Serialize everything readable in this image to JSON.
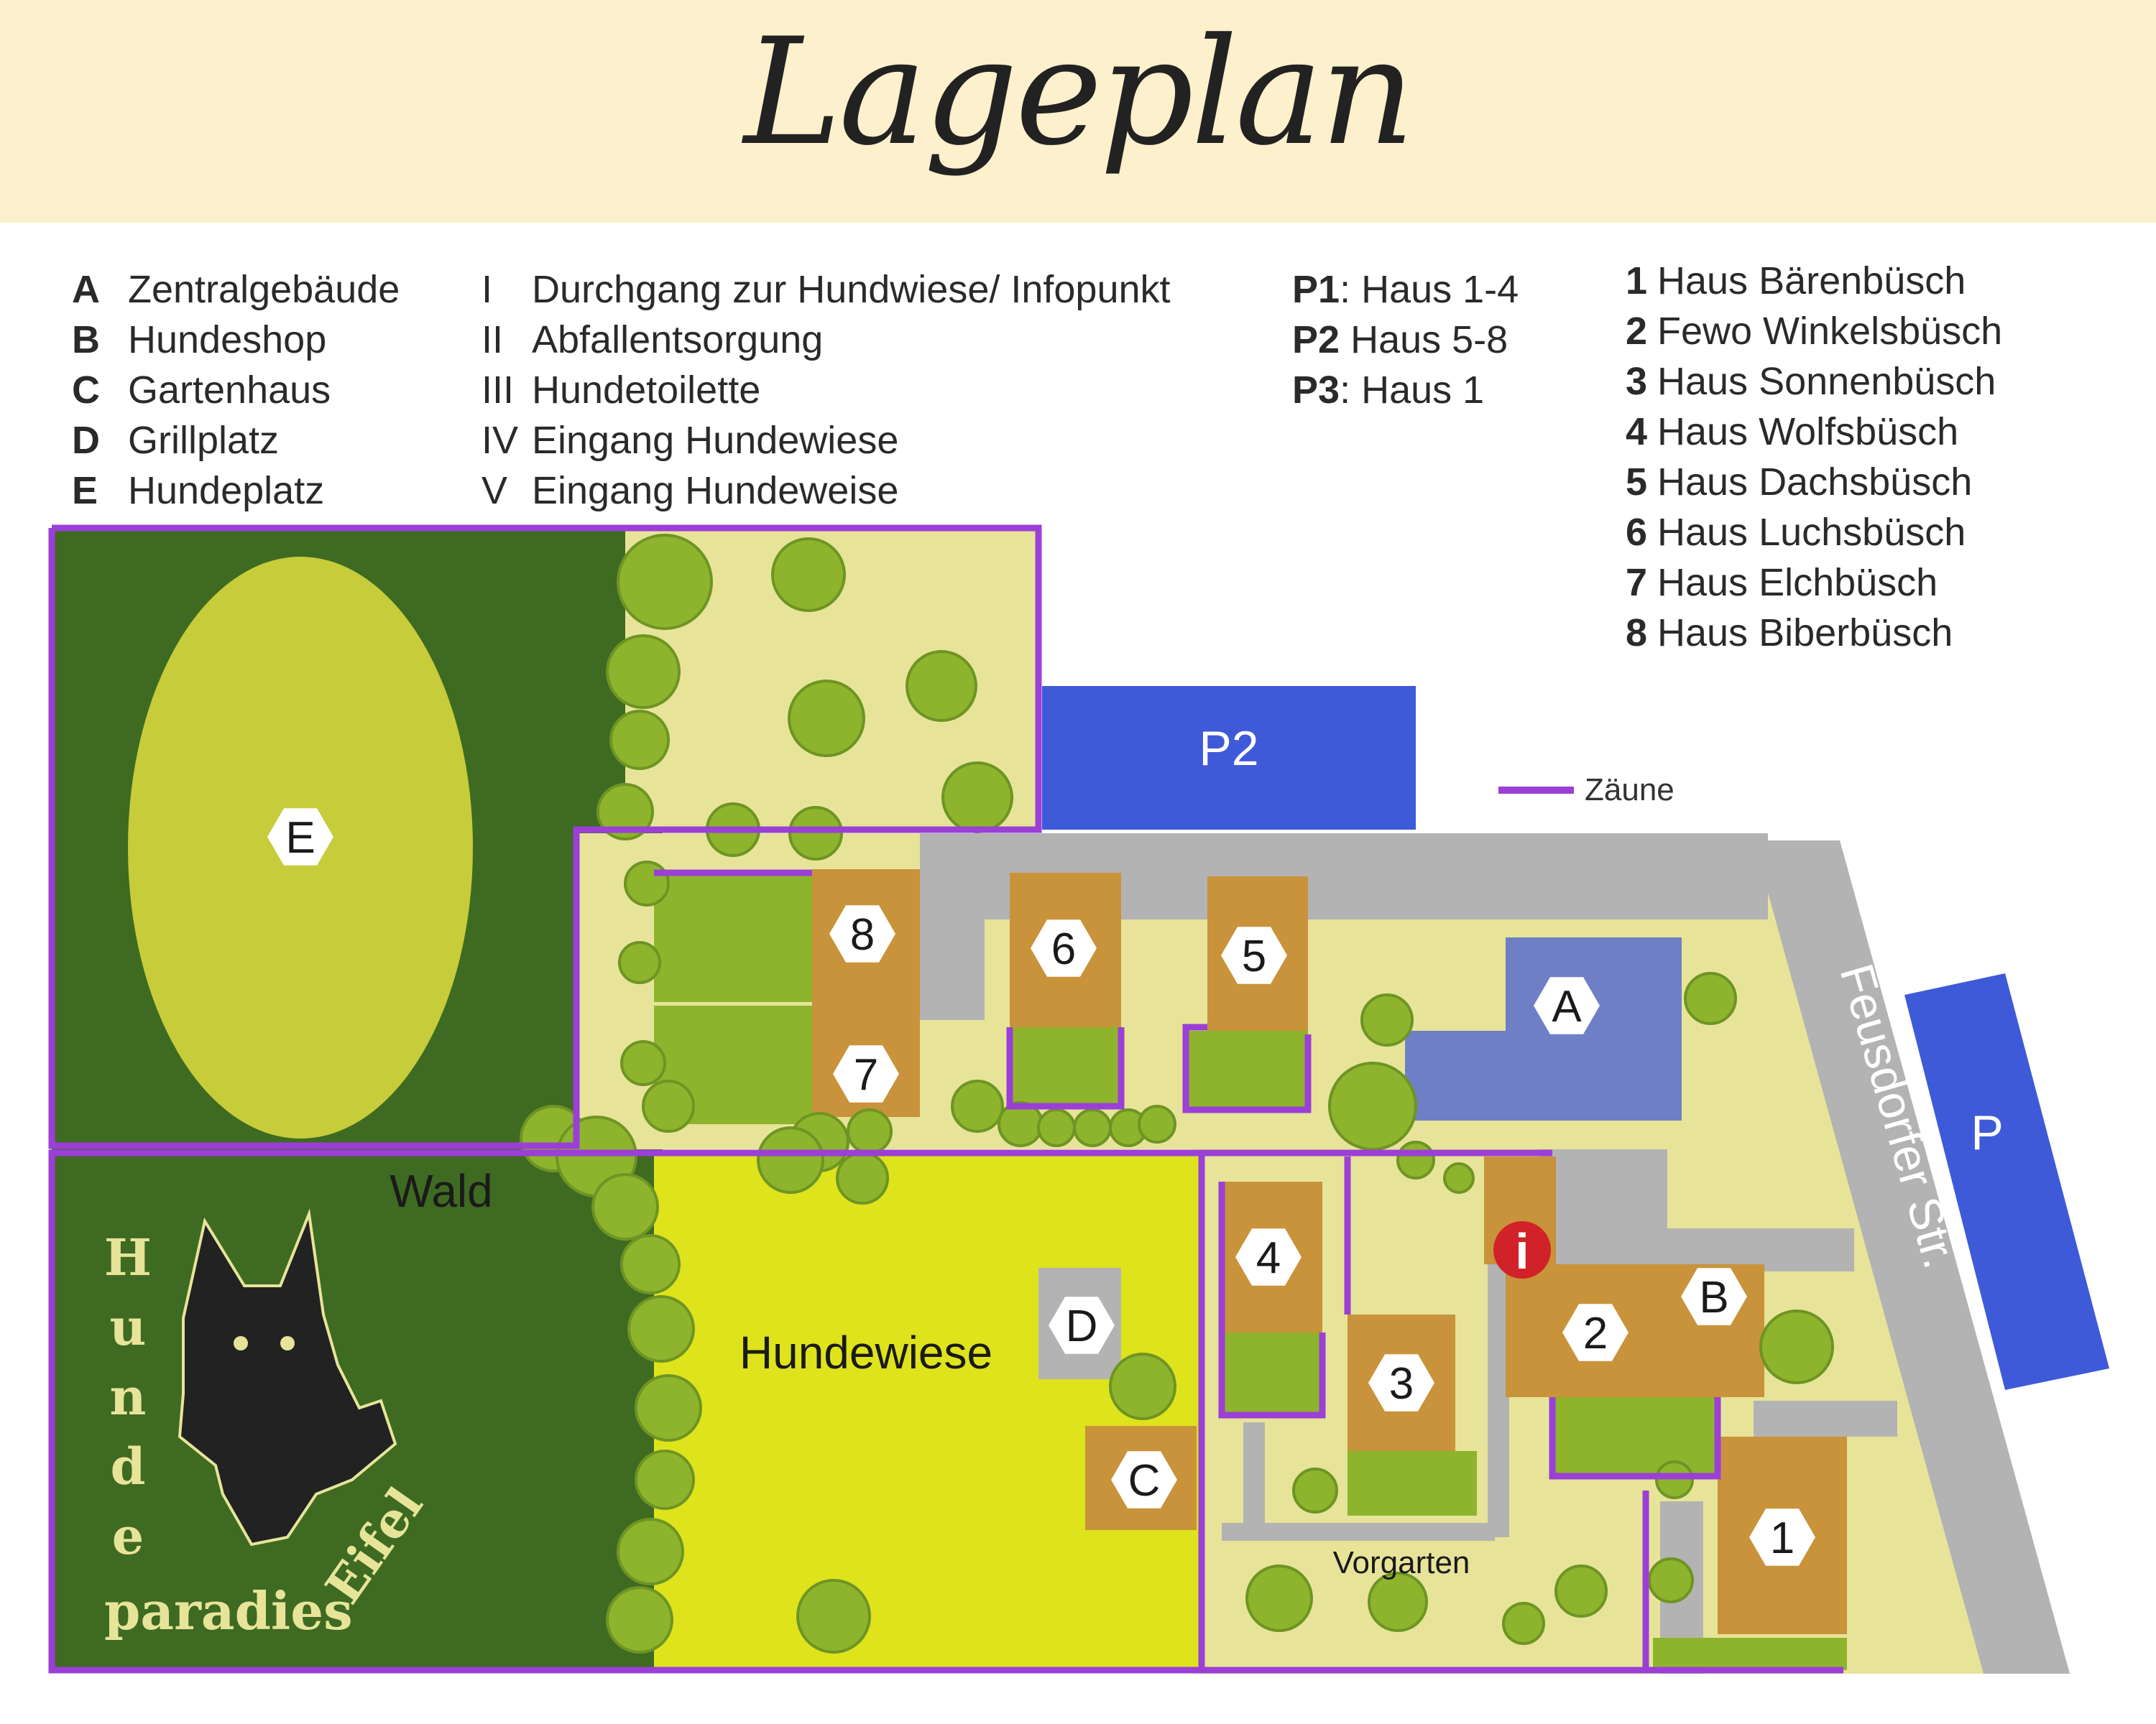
{
  "title": "Lageplan",
  "legend": {
    "letters": [
      {
        "key": "A",
        "label": "Zentralgebäude"
      },
      {
        "key": "B",
        "label": "Hundeshop"
      },
      {
        "key": "C",
        "label": "Gartenhaus"
      },
      {
        "key": "D",
        "label": "Grillplatz"
      },
      {
        "key": "E",
        "label": "Hundeplatz"
      }
    ],
    "roman": [
      {
        "key": "I",
        "label": "Durchgang zur Hundwiese/ Infopunkt"
      },
      {
        "key": "II",
        "label": "Abfallentsorgung"
      },
      {
        "key": "III",
        "label": "Hundetoilette"
      },
      {
        "key": "IV",
        "label": "Eingang Hundewiese"
      },
      {
        "key": "V",
        "label": "Eingang Hundeweise"
      }
    ],
    "parking": [
      {
        "key": "P1",
        "label": ": Haus 1-4"
      },
      {
        "key": "P2",
        "label": " Haus 5-8"
      },
      {
        "key": "P3",
        "label": ": Haus 1"
      }
    ],
    "houses": [
      {
        "key": "1",
        "label": "Haus Bärenbüsch"
      },
      {
        "key": "2",
        "label": "Fewo Winkelsbüsch"
      },
      {
        "key": "3",
        "label": "Haus Sonnenbüsch"
      },
      {
        "key": "4",
        "label": "Haus Wolfsbüsch"
      },
      {
        "key": "5",
        "label": "Haus Dachsbüsch"
      },
      {
        "key": "6",
        "label": "Haus Luchsbüsch"
      },
      {
        "key": "7",
        "label": "Haus Elchbüsch"
      },
      {
        "key": "8",
        "label": "Haus Biberbüsch"
      }
    ],
    "fence_label": "Zäune"
  },
  "map": {
    "parking_p2": "P2",
    "parking_p": "P",
    "street": "Feusdorfer Str.",
    "wald": "Wald",
    "hundewiese": "Hundewiese",
    "vorgarten": "Vorgarten",
    "info": "i",
    "markers": {
      "A": "A",
      "B": "B",
      "C": "C",
      "D": "D",
      "E": "E",
      "h1": "1",
      "h2": "2",
      "h3": "3",
      "h4": "4",
      "h5": "5",
      "h6": "6",
      "h7": "7",
      "h8": "8"
    },
    "logo": {
      "hunde_letters": [
        "H",
        "u",
        "n",
        "d",
        "e"
      ],
      "paradies": "paradies",
      "eifel": "Eifel"
    }
  },
  "colors": {
    "header": "#fdf0cd",
    "dark_forest": "#3f6a22",
    "light_lawn": "#e7e49a",
    "hundewiese": "#dee31c",
    "dog_field": "#c6cc3a",
    "tree": "#8db42c",
    "house": "#c8933a",
    "garden": "#8db42c",
    "path": "#b3b3b3",
    "parking": "#3f5ad8",
    "central": "#6f7fc6",
    "fence": "#9b3fd6",
    "info": "#d12229"
  }
}
